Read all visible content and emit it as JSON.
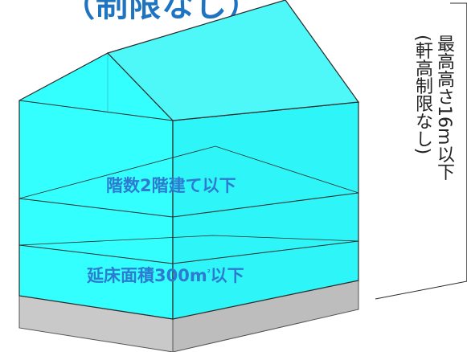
{
  "header_partial": "（制限なし）",
  "labels": {
    "floors": "階数2階建て以下",
    "area_prefix": "延床面積300m",
    "area_sup": "²",
    "area_suffix": "以下",
    "height": "最高高さ16m以下",
    "eaves": "(軒高制限なし)"
  },
  "colors": {
    "wall": "#33ffff",
    "wall_shade": "#27f2f4",
    "roof": "#4ef8f8",
    "base_top": "#d4d4d4",
    "base_front": "#bdbdbd",
    "outline": "#2b2b2b",
    "title": "#1f74c2",
    "label": "#2d7bd0"
  }
}
